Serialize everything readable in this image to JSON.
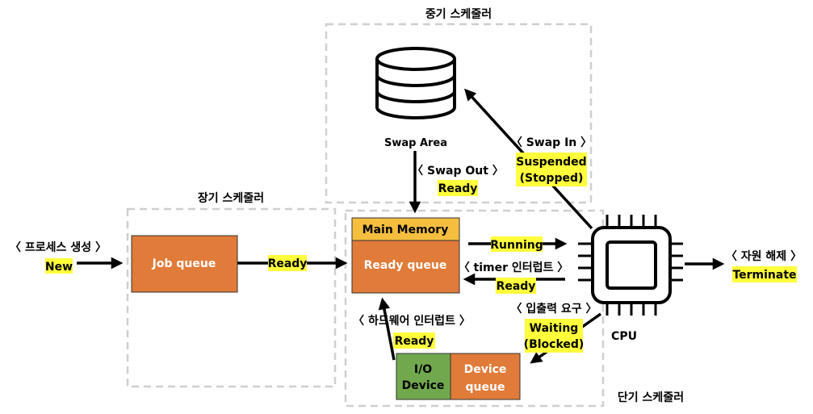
{
  "regions": {
    "mid_term_scheduler": "중기 스케줄러",
    "long_term_scheduler": "장기 스케줄러",
    "short_term_scheduler": "단기 스케줄러"
  },
  "swap_area": {
    "label": "Swap Area"
  },
  "boxes": {
    "job_queue": "Job queue",
    "main_memory": "Main Memory",
    "ready_queue": "Ready queue",
    "io_device_line1": "I/O",
    "io_device_line2": "Device",
    "device_queue_line1": "Device",
    "device_queue_line2": "queue"
  },
  "cpu": {
    "label": "CPU"
  },
  "transitions": {
    "process_create": "〈 프로세스 생성 〉",
    "new_state": "New",
    "admit_state": "Ready",
    "swap_out": "〈 Swap Out 〉",
    "swap_out_state": "Ready",
    "swap_in": "〈 Swap In 〉",
    "swap_in_state_line1": "Suspended",
    "swap_in_state_line2": "(Stopped)",
    "dispatch_state": "Running",
    "timer_interrupt": "〈 timer 인터럽트 〉",
    "timer_state": "Ready",
    "io_request": "〈 입출력 요구 〉",
    "io_state_line1": "Waiting",
    "io_state_line2": "(Blocked)",
    "hw_interrupt": "〈 하드웨어 인터럽트 〉",
    "hw_state": "Ready",
    "release": "〈 자원 해제 〉",
    "terminate_state": "Terminate"
  },
  "colors": {
    "orange": "#e07b39",
    "gold": "#f5be3e",
    "green": "#71a84e",
    "highlight": "#ffff3b",
    "region_border": "#cfcfcf"
  },
  "icons": [
    "database-icon",
    "cpu-chip-icon"
  ]
}
